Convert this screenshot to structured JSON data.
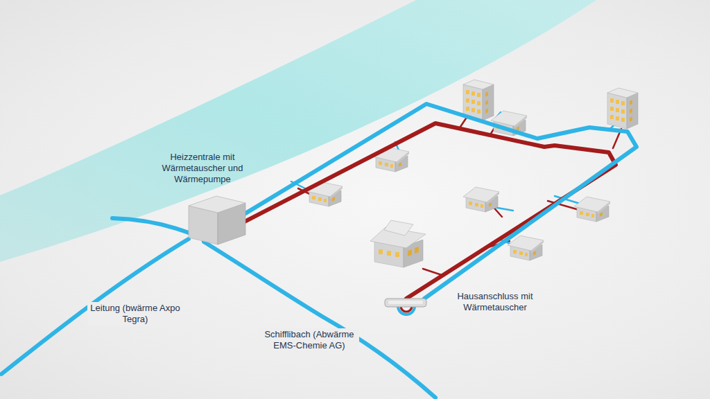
{
  "diagram": {
    "nodes": [
      {
        "text": [
          "Heizzentrale mit Wärmetauscher und Wärmepumpe"
        ]
      },
      {
        "text": [
          "Hausanschluss mit Wärmetauscher"
        ]
      }
    ],
    "edges": [
      {
        "from": 0,
        "to": 1,
        "arrow": "none"
      },
      {
        "from": 1,
        "to": 0,
        "arrow": "none"
      }
    ],
    "labels": [
      "Leitung (bwärme Axpo Tegra)",
      "Schifflibach (Abwärme EMS-Chemie AG)"
    ]
  }
}
